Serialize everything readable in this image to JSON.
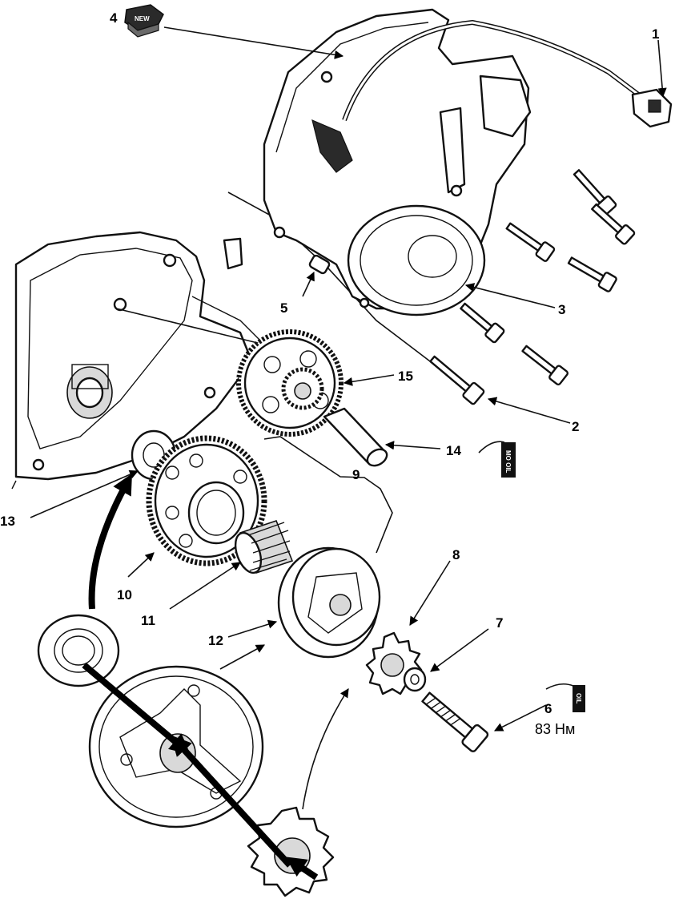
{
  "callouts": {
    "c1": "1",
    "c2": "2",
    "c3": "3",
    "c4": "4",
    "c5": "5",
    "c6": "6",
    "c7": "7",
    "c8": "8",
    "c9": "9",
    "c10": "10",
    "c11": "11",
    "c12": "12",
    "c13": "13",
    "c14": "14",
    "c15": "15"
  },
  "torque": "83 Нм",
  "badges": {
    "new": "NEW",
    "oil_14": "MO OIL",
    "oil_6": "OIL"
  },
  "icons": [
    "new-part-icon",
    "molybdenum-oil-icon",
    "oil-icon"
  ]
}
